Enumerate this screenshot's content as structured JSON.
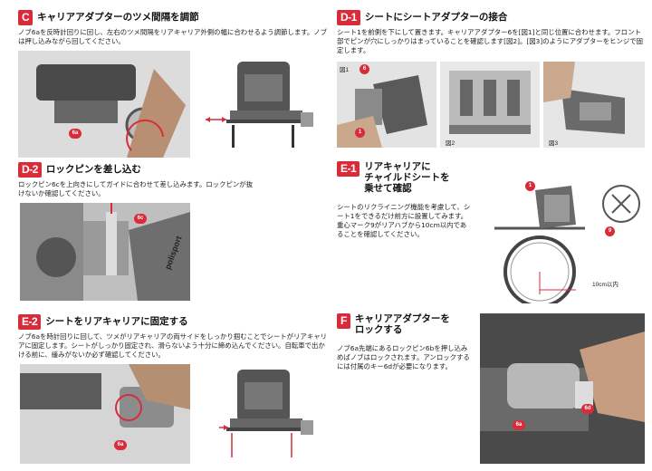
{
  "sections": {
    "C": {
      "badge": "C",
      "title": "キャリアアダプターのツメ間隔を調節",
      "body": "ノブ6aを反時計回りに回し、左右のツメ間隔をリアキャリア外側の幅に合わせるよう調節します。ノブは押し込みながら回してください。",
      "callout": "6a"
    },
    "D1": {
      "badge": "D-1",
      "title": "シートにシートアダプターの接合",
      "body": "シート1を前側を下にして置きます。キャリアアダプター6を[図1]と同じ位置に合わせます。フロント部でピンが穴にしっかりはまっていることを確認します[図2]。[図3]のようにアダプターをヒンジで固定します。",
      "fig1": "図1",
      "fig2": "図2",
      "fig3": "図3",
      "callout6": "6",
      "callout1": "1"
    },
    "D2": {
      "badge": "D-2",
      "title": "ロックピンを差し込む",
      "body": "ロックピン6cを上向きにしてガイドに合わせて差し込みます。ロックピンが抜けないか確認してください。",
      "callout": "6c",
      "brand": "polisport"
    },
    "E1": {
      "badge": "E-1",
      "title_l1": "リアキャリアに",
      "title_l2": "チャイルドシートを",
      "title_l3": "乗せて確認",
      "body": "シートのリクライニング機能を考慮して、シート1をできるだけ前方に設置してみます。重心マーク9がリアハブから10cm以内であることを確認してください。",
      "callout1": "1",
      "callout9": "9",
      "distance": "10cm以内"
    },
    "E2": {
      "badge": "E-2",
      "title": "シートをリアキャリアに固定する",
      "body": "ノブ6aを時計回りに回して、ツメがリアキャリアの両サイドをしっかり掴むことでシートがリアキャリアに固定します。シートがしっかり固定され、滑らないよう十分に締め込んでください。自転車で出かける前に、緩みがないか必ず確認してください。",
      "callout": "6a"
    },
    "F": {
      "badge": "F",
      "title_l1": "キャリアアダプターを",
      "title_l2": "ロックする",
      "body": "ノブ6a先端にあるロックピン6bを押し込みめばノブはロックされます。アンロックするには付属のキー6dが必要になります。",
      "callout_a": "6a",
      "callout_d": "6d"
    }
  },
  "colors": {
    "accent": "#d92b3a",
    "text": "#222222"
  }
}
